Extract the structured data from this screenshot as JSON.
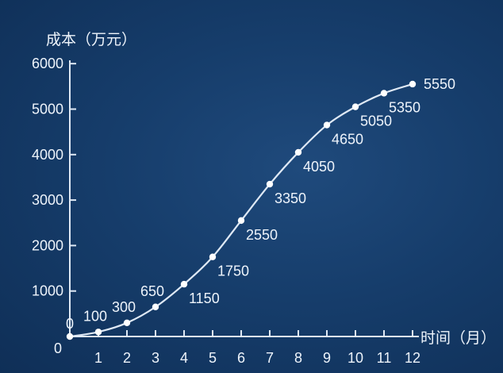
{
  "chart_data": {
    "type": "line",
    "title": "",
    "xlabel": "时间（月）",
    "ylabel": "成本（万元）",
    "origin_label": "0",
    "x": [
      0,
      1,
      2,
      3,
      4,
      5,
      6,
      7,
      8,
      9,
      10,
      11,
      12
    ],
    "values": [
      0,
      100,
      300,
      650,
      1150,
      1750,
      2550,
      3350,
      4050,
      4650,
      5050,
      5350,
      5550
    ],
    "xticks": [
      "1",
      "2",
      "3",
      "4",
      "5",
      "6",
      "7",
      "8",
      "9",
      "10",
      "11",
      "12"
    ],
    "yticks": [
      "1000",
      "2000",
      "3000",
      "4000",
      "5000",
      "6000"
    ],
    "xlim": [
      0,
      12
    ],
    "ylim": [
      0,
      6000
    ],
    "grid": false,
    "legend": "none"
  }
}
